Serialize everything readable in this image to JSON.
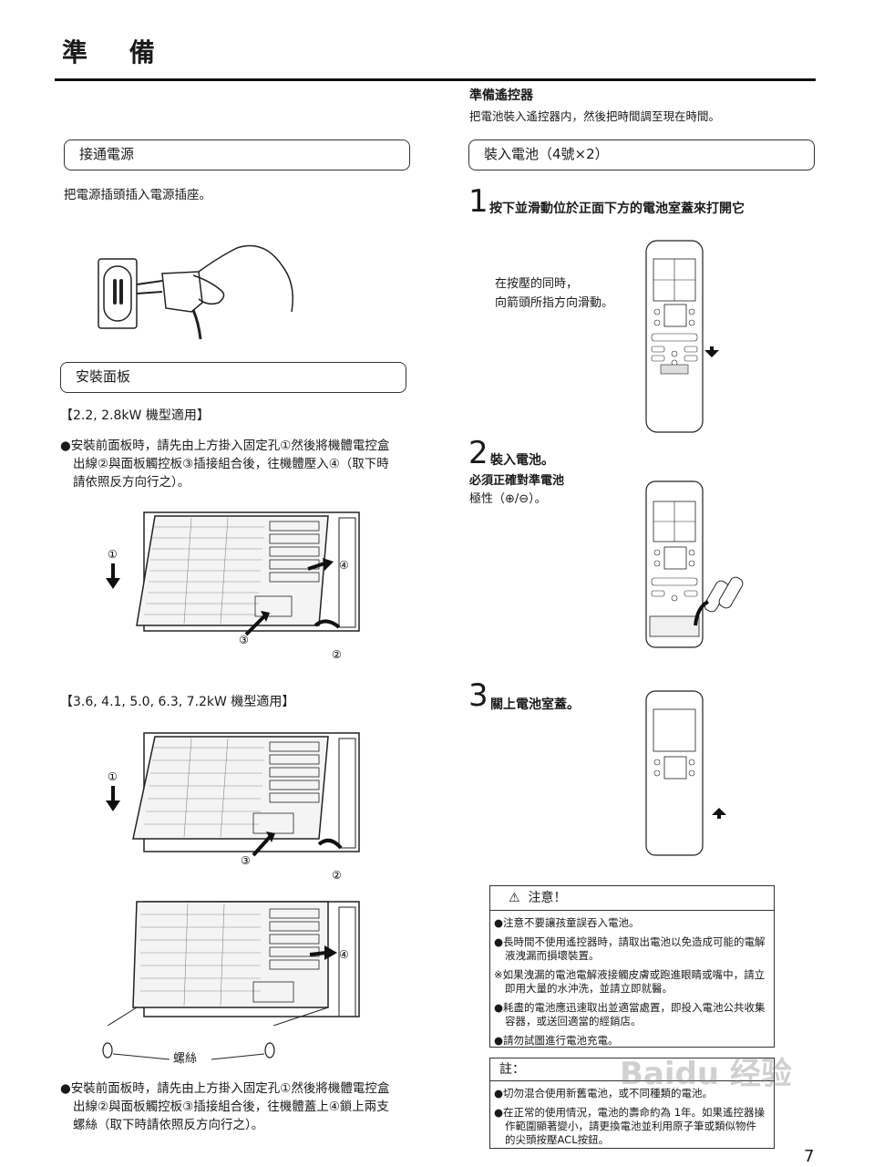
{
  "header": {
    "title": "準 備"
  },
  "left": {
    "power": {
      "heading": "接通電源",
      "text": "把電源插頭插入電源插座。"
    },
    "panel": {
      "heading": "安裝面板",
      "model_a_label": "【2.2, 2.8kW 機型適用】",
      "model_a_text_1": "●安裝前面板時，請先由上方掛入固定孔①然後將機體電控盒",
      "model_a_text_2": "出線②與面板觸控板③插接組合後，往機體壓入④（取下時",
      "model_a_text_3": "請依照反方向行之）。",
      "model_b_label": "【3.6, 4.1, 5.0, 6.3, 7.2kW 機型適用】",
      "screw_label": "螺絲",
      "model_b_text_1": "●安裝前面板時，請先由上方掛入固定孔①然後將機體電控盒",
      "model_b_text_2": "出線②與面板觸控板③插接組合後，往機體蓋上④鎖上兩支",
      "model_b_text_3": "螺絲（取下時請依照反方向行之）。",
      "callouts": {
        "c1": "①",
        "c2": "②",
        "c3": "③",
        "c4": "④"
      }
    }
  },
  "right": {
    "remote": {
      "title": "準備遙控器",
      "subtitle": "把電池裝入遙控器内，然後把時間調至現在時間。"
    },
    "battery": {
      "heading": "裝入電池（4號×2）",
      "step1_num": "1",
      "step1_text": "按下並滑動位於正面下方的電池室蓋來打開它",
      "step1_note_1": "在按壓的同時，",
      "step1_note_2": "向箭頭所指方向滑動。",
      "step2_num": "2",
      "step2_text": "裝入電池。",
      "step2_note_1": "必須正確對準電池",
      "step2_note_2": "極性（⊕/⊖）。",
      "step3_num": "3",
      "step3_text": "關上電池室蓋。"
    },
    "caution": {
      "heading": "注意！",
      "items": [
        "●注意不要讓孩童誤吞入電池。",
        "●長時間不使用遙控器時，請取出電池以免造成可能的電解液洩漏而損壞裝置。",
        "※如果洩漏的電池電解液接觸皮膚或跑進眼睛或嘴中，請立即用大量的水沖洗，並請立即就醫。",
        "●耗盡的電池應迅速取出並適當處置，即投入電池公共收集容器，或送回適當的經銷店。",
        "●請勿試圖進行電池充電。"
      ]
    },
    "note": {
      "heading": "註：",
      "items": [
        "●切勿混合使用新舊電池，或不同種類的電池。",
        "●在正常的使用情況，電池的壽命約為 1年。如果遙控器操作範圍顯著變小，請更換電池並利用原子筆或類似物件的尖頭按壓ACL按鈕。"
      ]
    }
  },
  "footer": {
    "page": "7",
    "watermark": "Baidu 经验"
  }
}
